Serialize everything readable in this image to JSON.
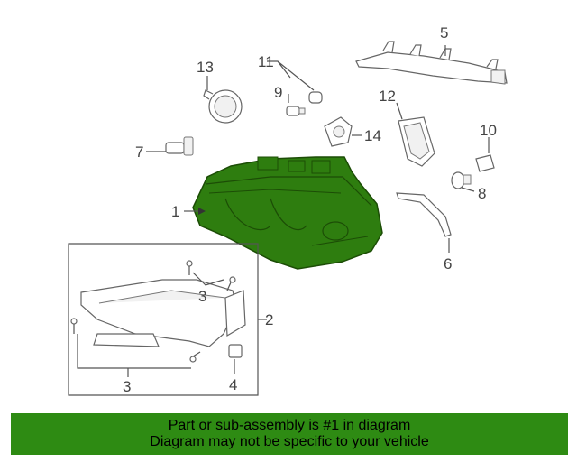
{
  "callouts": {
    "c1": "1",
    "c2": "2",
    "c3a": "3",
    "c3b": "3",
    "c4": "4",
    "c5": "5",
    "c6": "6",
    "c7": "7",
    "c8": "8",
    "c9": "9",
    "c10": "10",
    "c11": "11",
    "c12": "12",
    "c13": "13",
    "c14": "14"
  },
  "highlight_color": "#2e7d0f",
  "banner": {
    "line1": "Part or sub-assembly is #1 in diagram",
    "line2": "Diagram may not be specific to your vehicle",
    "background": "#2e8b13"
  }
}
